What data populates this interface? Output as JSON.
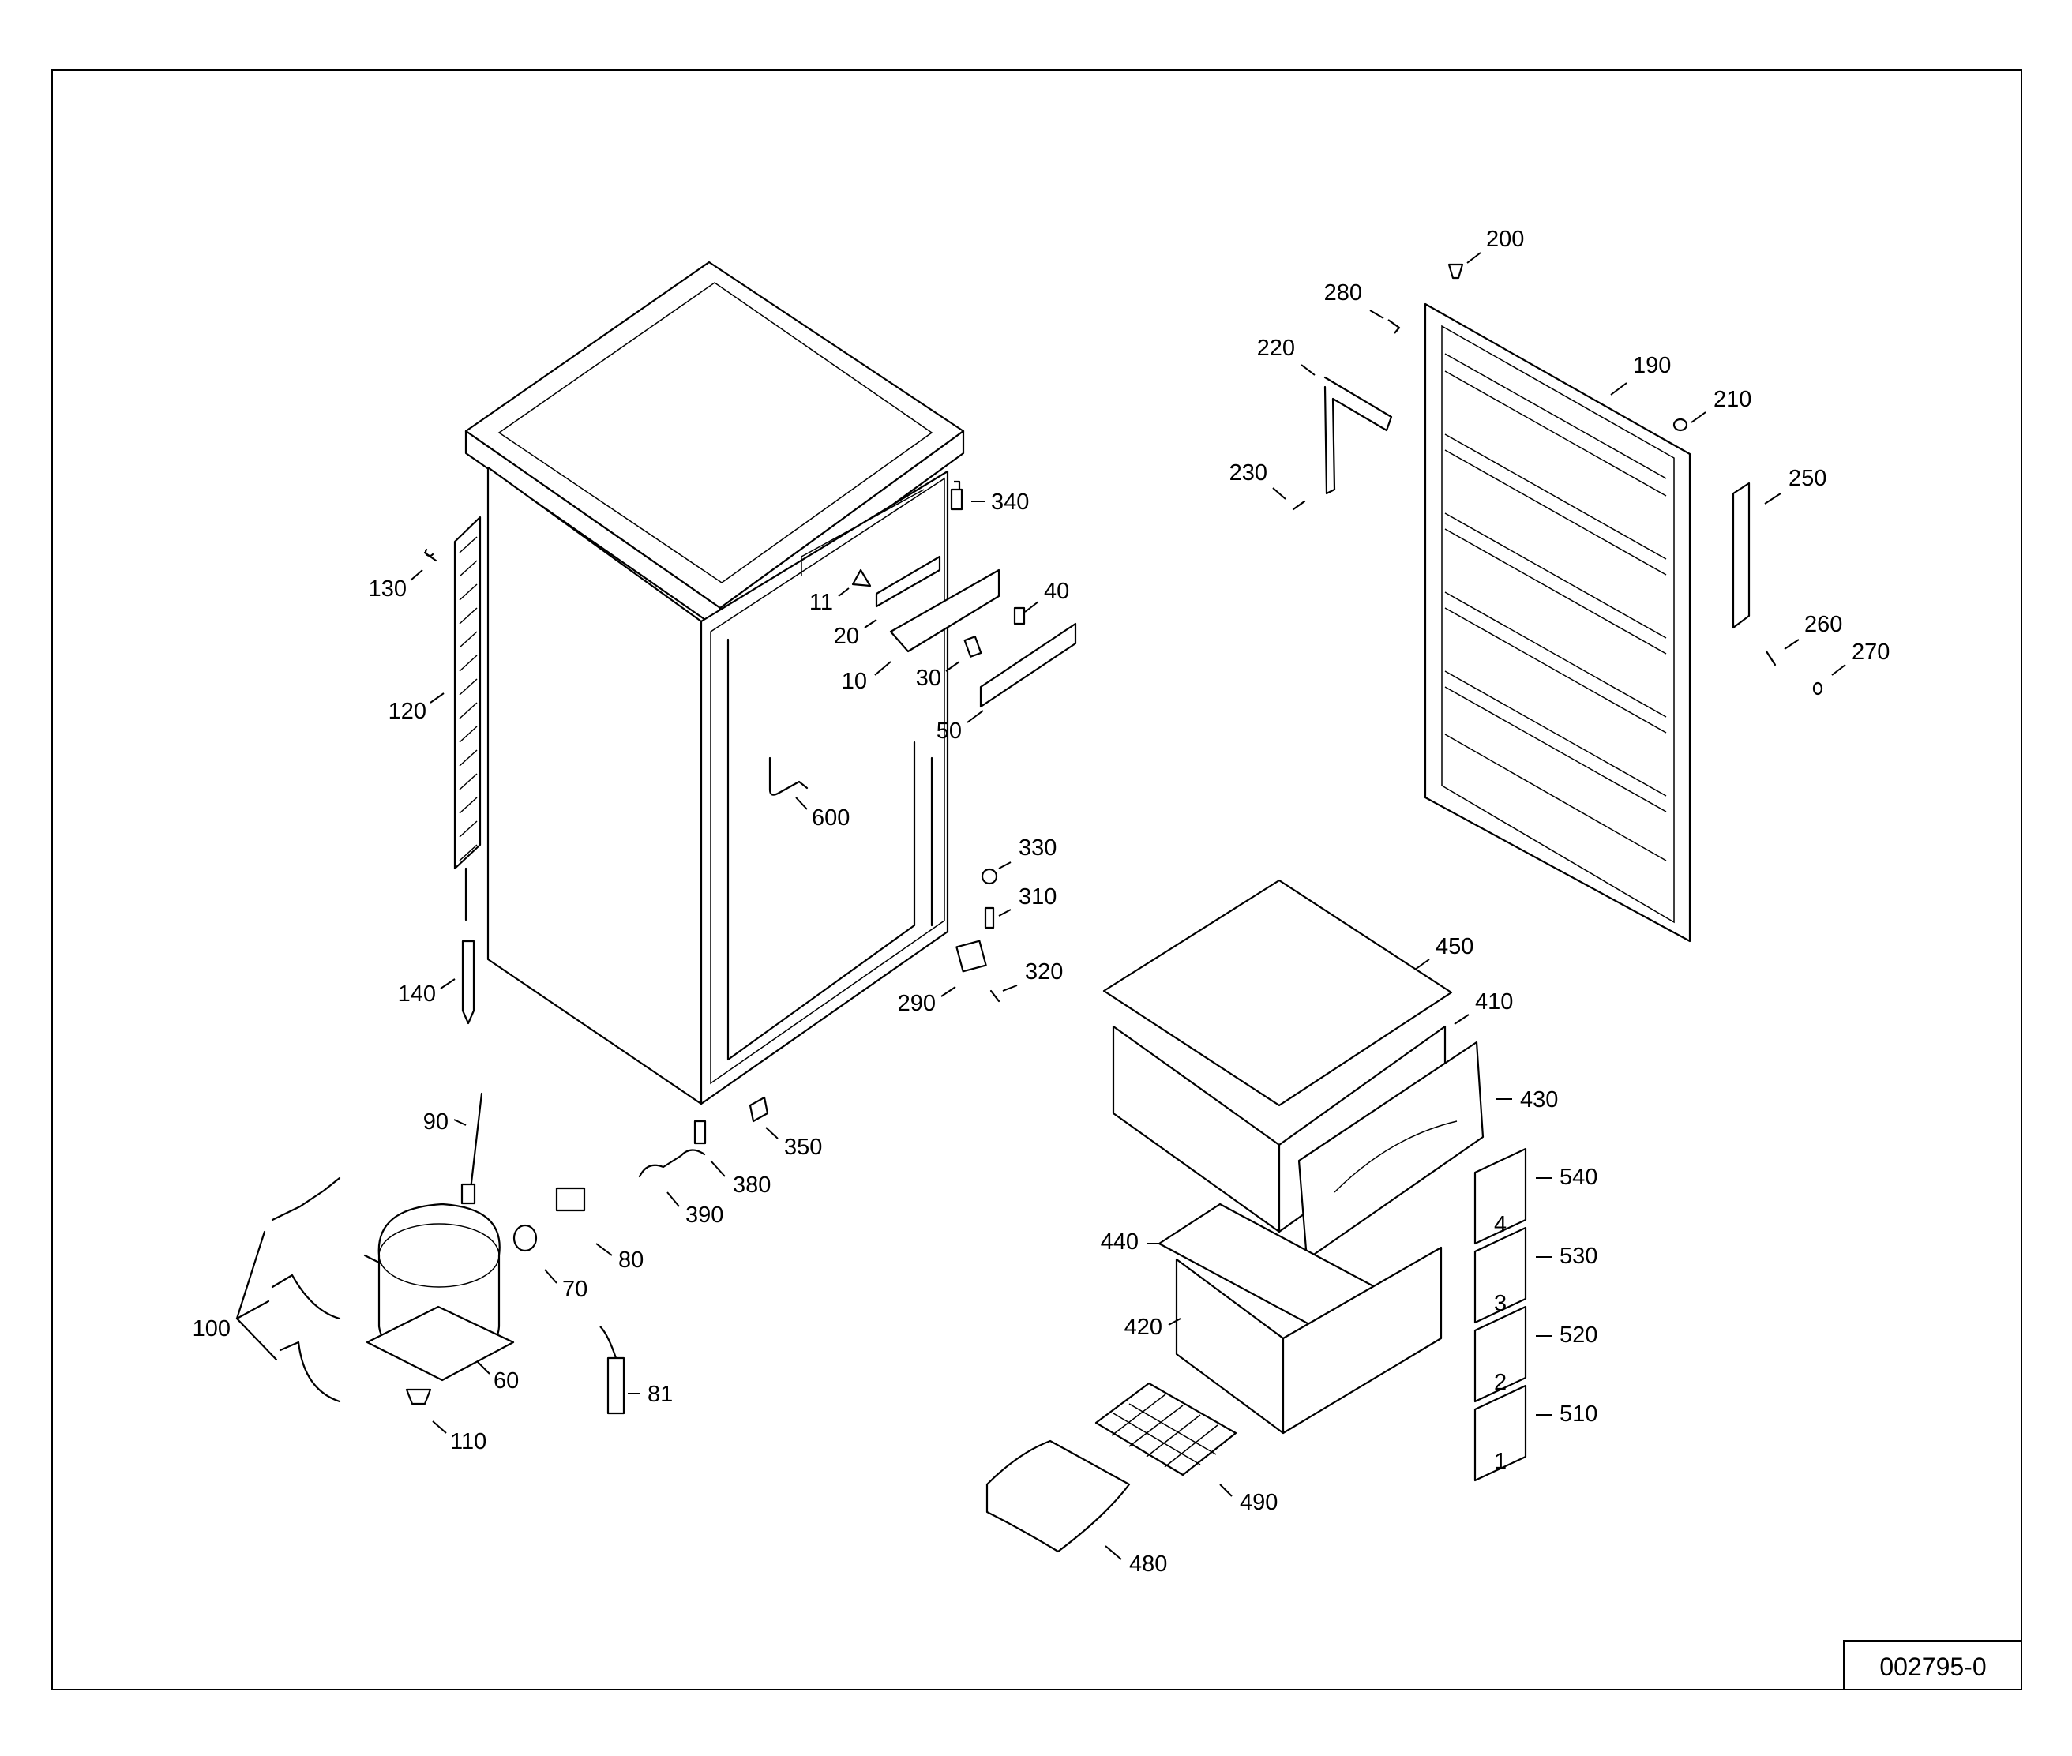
{
  "drawing_ref": "002795-0",
  "callouts": [
    {
      "id": "10",
      "label": "10"
    },
    {
      "id": "11",
      "label": "11"
    },
    {
      "id": "20",
      "label": "20"
    },
    {
      "id": "30",
      "label": "30"
    },
    {
      "id": "40",
      "label": "40"
    },
    {
      "id": "50",
      "label": "50"
    },
    {
      "id": "60",
      "label": "60"
    },
    {
      "id": "70",
      "label": "70"
    },
    {
      "id": "80",
      "label": "80"
    },
    {
      "id": "81",
      "label": "81"
    },
    {
      "id": "90",
      "label": "90"
    },
    {
      "id": "100",
      "label": "100"
    },
    {
      "id": "110",
      "label": "110"
    },
    {
      "id": "120",
      "label": "120"
    },
    {
      "id": "130",
      "label": "130"
    },
    {
      "id": "140",
      "label": "140"
    },
    {
      "id": "190",
      "label": "190"
    },
    {
      "id": "200",
      "label": "200"
    },
    {
      "id": "210",
      "label": "210"
    },
    {
      "id": "220",
      "label": "220"
    },
    {
      "id": "230",
      "label": "230"
    },
    {
      "id": "250",
      "label": "250"
    },
    {
      "id": "260",
      "label": "260"
    },
    {
      "id": "270",
      "label": "270"
    },
    {
      "id": "280",
      "label": "280"
    },
    {
      "id": "290",
      "label": "290"
    },
    {
      "id": "310",
      "label": "310"
    },
    {
      "id": "320",
      "label": "320"
    },
    {
      "id": "330",
      "label": "330"
    },
    {
      "id": "340",
      "label": "340"
    },
    {
      "id": "350",
      "label": "350"
    },
    {
      "id": "380",
      "label": "380"
    },
    {
      "id": "390",
      "label": "390"
    },
    {
      "id": "410",
      "label": "410"
    },
    {
      "id": "420",
      "label": "420"
    },
    {
      "id": "430",
      "label": "430"
    },
    {
      "id": "440",
      "label": "440"
    },
    {
      "id": "450",
      "label": "450"
    },
    {
      "id": "480",
      "label": "480"
    },
    {
      "id": "490",
      "label": "490"
    },
    {
      "id": "510",
      "label": "510"
    },
    {
      "id": "520",
      "label": "520"
    },
    {
      "id": "530",
      "label": "530"
    },
    {
      "id": "540",
      "label": "540"
    },
    {
      "id": "600",
      "label": "600"
    }
  ],
  "tag_digits": {
    "t1": "1",
    "t2": "2",
    "t3": "3",
    "t4": "4"
  }
}
